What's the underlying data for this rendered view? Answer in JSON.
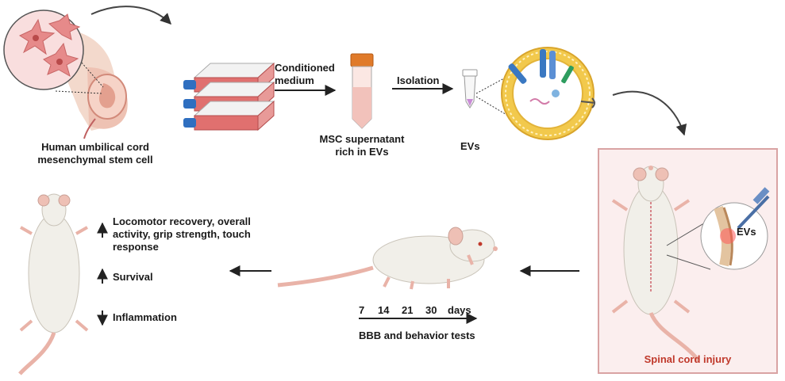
{
  "labels": {
    "source_line1": "Human umbilical cord",
    "source_line2": "mesenchymal stem cell",
    "conditioned_line1": "Conditioned",
    "conditioned_line2": "medium",
    "isolation": "Isolation",
    "supernatant_line1": "MSC supernatant",
    "supernatant_line2": "rich in EVs",
    "evs": "EVs",
    "injection_evs": "EVs",
    "injury": "Spinal cord injury",
    "timeline_days": [
      "7",
      "14",
      "21",
      "30",
      "days"
    ],
    "tests": "BBB and behavior tests",
    "outcome_up_line1": "Locomotor recovery, overall",
    "outcome_up_line2": "activity, grip strength, touch",
    "outcome_up_line3": "response",
    "survival": "Survival",
    "inflammation": "Inflammation"
  },
  "colors": {
    "flask_red": "#e0706f",
    "flask_cap": "#2f6fc0",
    "tube_cap": "#e07a2a",
    "membrane": "#f2c94c",
    "injury_border": "#d9a3a3",
    "injury_bg": "#fbeeee",
    "injury_text": "#c0392b",
    "rat_body": "#f1efe9",
    "rat_pink": "#e9b3a8"
  }
}
